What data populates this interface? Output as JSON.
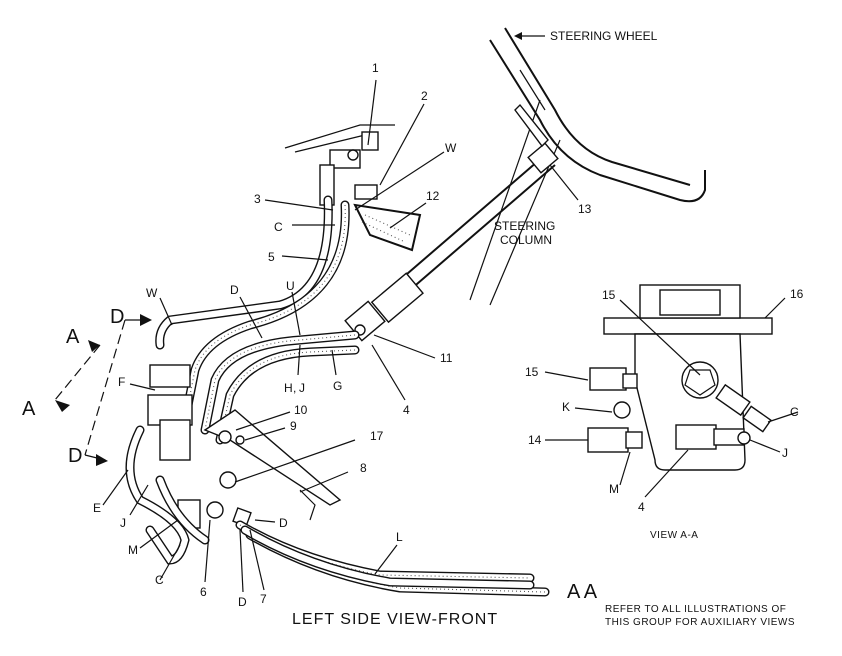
{
  "labels": {
    "steering_wheel": "STEERING WHEEL",
    "steering_column": "STEERING",
    "steering_column_2": "COLUMN",
    "n1": "1",
    "n2": "2",
    "n3": "3",
    "n4": "4",
    "n5": "5",
    "n6": "6",
    "n7": "7",
    "n8": "8",
    "n9": "9",
    "n10": "10",
    "n11": "11",
    "n12": "12",
    "n13": "13",
    "n17": "17",
    "W1": "W",
    "W2": "W",
    "C1": "C",
    "C2": "C",
    "D1": "D",
    "D2": "D",
    "D3": "D",
    "D4": "D",
    "D5": "D",
    "U": "U",
    "G": "G",
    "HJ": "H",
    "HJ_comma": ",",
    "HJ_J": "J",
    "F": "F",
    "E": "E",
    "J1": "J",
    "M1": "M",
    "L": "L",
    "A1": "A",
    "A2": "A"
  },
  "view_aa": {
    "n15a": "15",
    "n15b": "15",
    "n16": "16",
    "n14": "14",
    "n4": "4",
    "K": "K",
    "C": "C",
    "M": "M",
    "J": "J",
    "caption": "VIEW A-A"
  },
  "footer": {
    "title": "LEFT SIDE VIEW-FRONT",
    "aa": "A A",
    "note_line1": "REFER TO ALL ILLUSTRATIONS OF",
    "note_line2": "THIS GROUP FOR AUXILIARY VIEWS"
  }
}
